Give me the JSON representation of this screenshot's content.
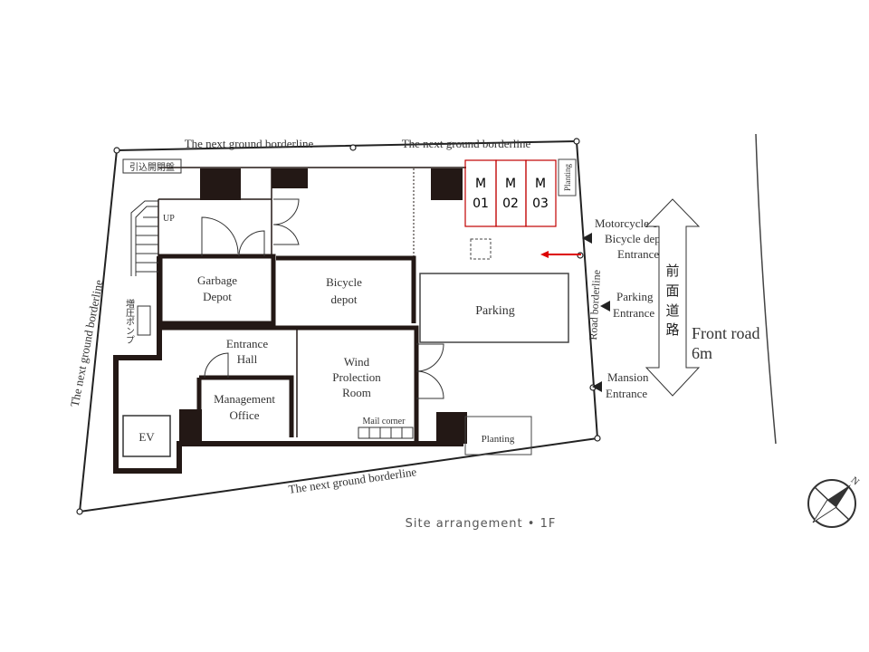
{
  "borders": {
    "top_left": "The next ground borderline",
    "top_right": "The next ground borderline",
    "left": "The next ground borderline",
    "bottom": "The next ground borderline",
    "road": "Road borderline"
  },
  "labels": {
    "panel": "引込開閉盤",
    "up": "UP",
    "pump": "増圧ポンプ",
    "garbage_1": "Garbage",
    "garbage_2": "Depot",
    "bicycle_1": "Bicycle",
    "bicycle_2": "depot",
    "parking": "Parking",
    "entrance_hall_1": "Entrance",
    "entrance_hall_2": "Hall",
    "management_1": "Management",
    "management_2": "Office",
    "wind_1": "Wind",
    "wind_2": "Prolection",
    "wind_3": "Room",
    "mail": "Mail corner",
    "ev": "EV",
    "planting_top": "Planting",
    "planting_bottom": "Planting"
  },
  "spaces": [
    {
      "top": "M",
      "bottom": "01"
    },
    {
      "top": "M",
      "bottom": "02"
    },
    {
      "top": "M",
      "bottom": "03"
    }
  ],
  "entrances": {
    "moto_1": "Motorcycle &",
    "moto_2": "Bicycle depot",
    "moto_3": "Entrance",
    "parking_1": "Parking",
    "parking_2": "Entrance",
    "mansion_1": "Mansion",
    "mansion_2": "Entrance"
  },
  "road": {
    "jp": [
      "前",
      "面",
      "道",
      "路"
    ],
    "en_1": "Front road",
    "en_2": "6m"
  },
  "compass": {
    "label": "N"
  },
  "caption": "Site arrangement • 1F",
  "colors": {
    "accent": "#c00000",
    "wall": "#231815"
  }
}
